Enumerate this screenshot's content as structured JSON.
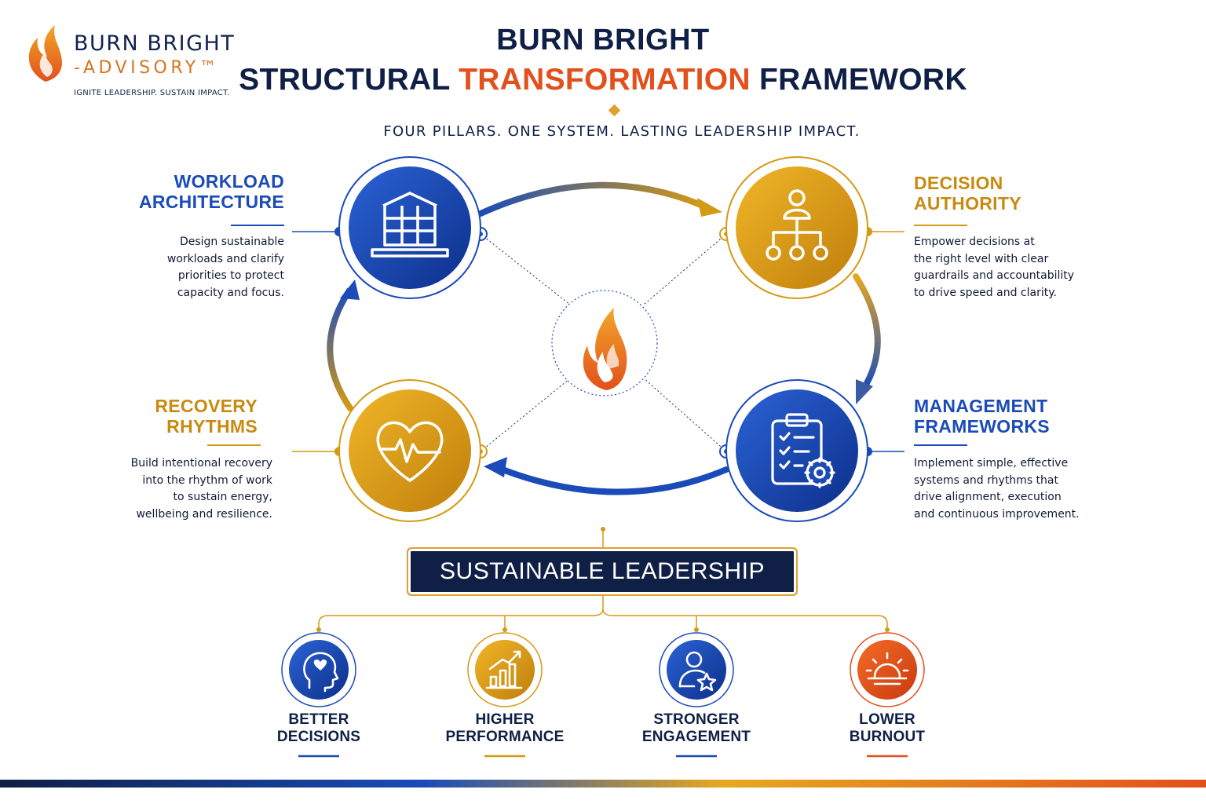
{
  "logo": {
    "line1": "BURN BRIGHT",
    "line2": "-ADVISORY™",
    "tagline": "IGNITE LEADERSHIP. SUSTAIN IMPACT."
  },
  "header": {
    "title_line1": "BURN BRIGHT",
    "title_line2_part1": "STRUCTURAL ",
    "title_line2_highlight": "TRANSFORMATION",
    "title_line2_part3": " FRAMEWORK",
    "subtitle": "FOUR PILLARS. ONE SYSTEM. LASTING LEADERSHIP IMPACT."
  },
  "pillars": {
    "workload": {
      "title_line1": "WORKLOAD",
      "title_line2": "ARCHITECTURE",
      "desc": [
        "Design sustainable",
        "workloads and clarify",
        "priorities to protect",
        "capacity and focus."
      ],
      "icon": "building-icon"
    },
    "decision": {
      "title_line1": "DECISION",
      "title_line2": "AUTHORITY",
      "desc": [
        "Empower decisions at",
        "the right level with clear",
        "guardrails and accountability",
        "to drive speed and clarity."
      ],
      "icon": "org-chart-icon"
    },
    "recovery": {
      "title_line1": "RECOVERY",
      "title_line2": "RHYTHMS",
      "desc": [
        "Build intentional recovery",
        "into the rhythm of work",
        "to sustain energy,",
        "wellbeing and resilience."
      ],
      "icon": "heart-pulse-icon"
    },
    "management": {
      "title_line1": "MANAGEMENT",
      "title_line2": "FRAMEWORKS",
      "desc": [
        "Implement simple, effective",
        "systems and rhythms that",
        "drive alignment, execution",
        "and continuous improvement."
      ],
      "icon": "checklist-gear-icon"
    }
  },
  "center": {
    "label": "SUSTAINABLE LEADERSHIP",
    "icon": "flame-icon"
  },
  "outcomes": [
    {
      "line1": "BETTER",
      "line2": "DECISIONS",
      "icon": "head-heart-icon",
      "color": "#1a4bb8"
    },
    {
      "line1": "HIGHER",
      "line2": "PERFORMANCE",
      "icon": "growth-chart-icon",
      "color": "#d39a15"
    },
    {
      "line1": "STRONGER",
      "line2": "ENGAGEMENT",
      "icon": "person-star-icon",
      "color": "#1a4bb8"
    },
    {
      "line1": "LOWER",
      "line2": "BURNOUT",
      "icon": "sunrise-icon",
      "color": "#e2501c"
    }
  ],
  "colors": {
    "navy": "#0f1f45",
    "blue": "#1a4bb8",
    "gold": "#d39a15",
    "orange": "#e2501c"
  }
}
